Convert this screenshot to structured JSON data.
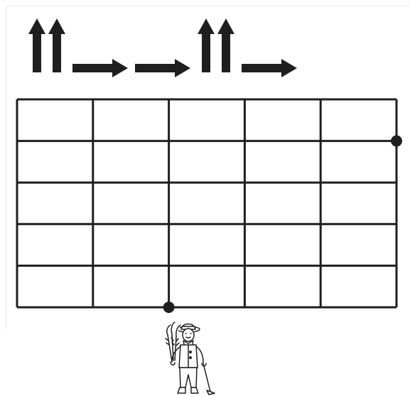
{
  "puzzle": {
    "move_sequence": [
      "up",
      "up",
      "right",
      "right",
      "up",
      "up",
      "right"
    ],
    "grid": {
      "columns": 5,
      "rows": 5
    },
    "start_marker": {
      "column_line": 2,
      "row_line": 0,
      "label": "start-dot"
    },
    "end_marker": {
      "column_line": 5,
      "row_line": 4,
      "label": "end-dot"
    },
    "character": "farmer-icon"
  },
  "colors": {
    "ink": "#1f1f1f",
    "background": "#ffffff",
    "panel_border": "#ececec"
  }
}
